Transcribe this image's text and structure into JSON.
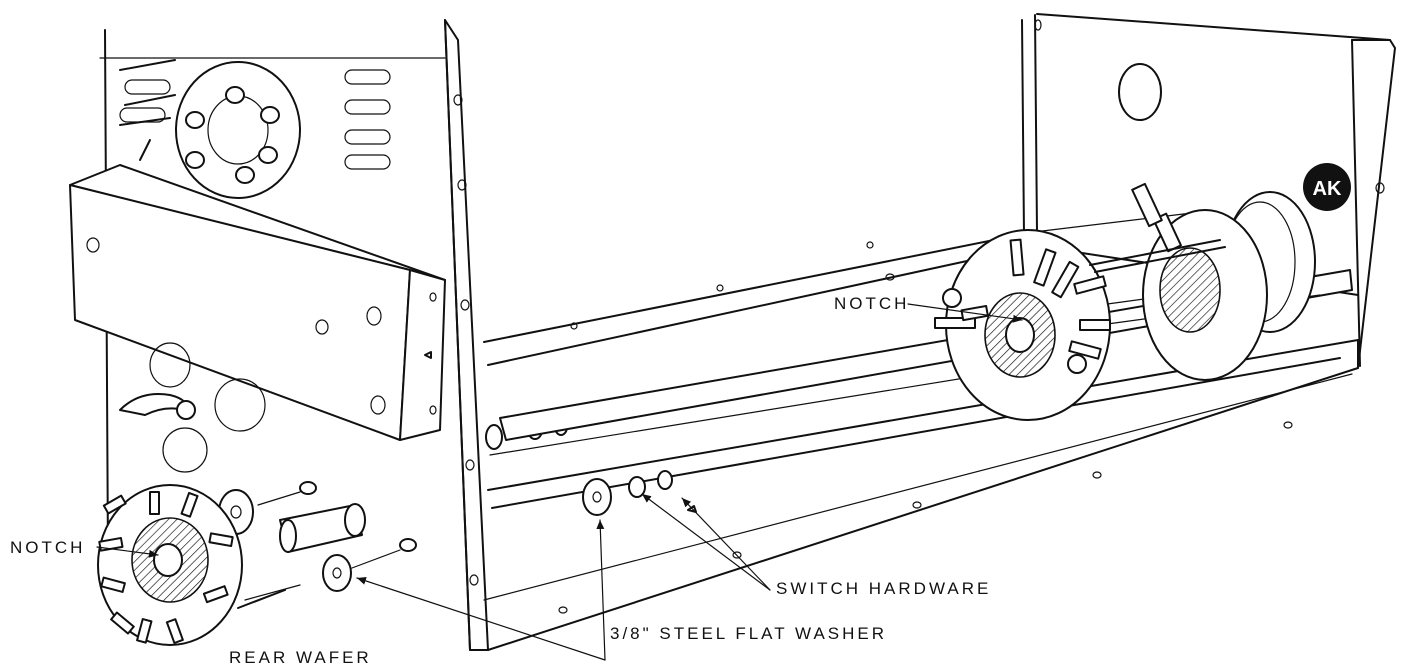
{
  "labels": {
    "notch_right": "NOTCH",
    "notch_left": "NOTCH",
    "switch_hardware": "SWITCH HARDWARE",
    "flat_washer": "3/8\" STEEL FLAT WASHER",
    "rear_wafer": "REAR WAFER",
    "step_badge": "AK"
  }
}
